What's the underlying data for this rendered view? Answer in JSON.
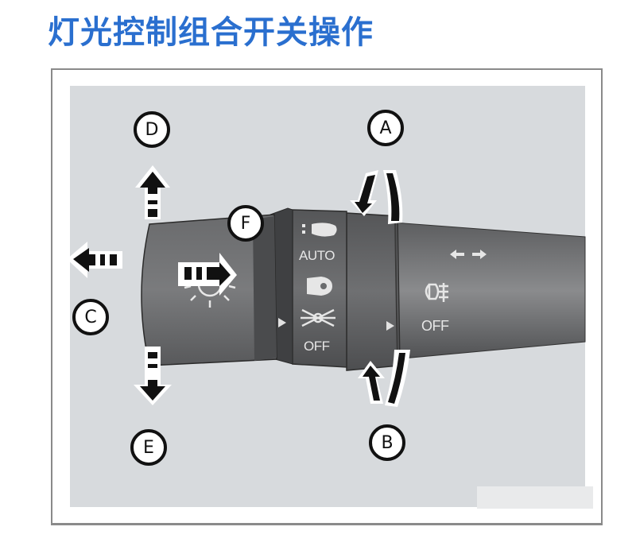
{
  "title": "灯光控制组合开关操作",
  "colors": {
    "title": "#2a6fcf",
    "panel_bg": "#d7dadd",
    "lever_body": "#6e6f71",
    "lever_dark": "#4a4b4d",
    "frame_border": "#8a8a8a"
  },
  "callouts": {
    "A": "A",
    "B": "B",
    "C": "C",
    "D": "D",
    "E": "E",
    "F": "F"
  },
  "headlight_ring": {
    "positions": [
      "headlight-icon",
      "AUTO",
      "low-beam-icon",
      "parking-light-icon",
      "OFF"
    ],
    "auto_label": "AUTO",
    "off_label": "OFF"
  },
  "foglight_ring": {
    "positions": [
      "turn-signal-icon",
      "fog-light-icon",
      "OFF"
    ],
    "off_label": "OFF"
  },
  "arrows": {
    "A": "rotate-up",
    "B": "rotate-down",
    "C": "pull-left",
    "D": "push-up",
    "E": "push-down",
    "F": "push-right"
  }
}
